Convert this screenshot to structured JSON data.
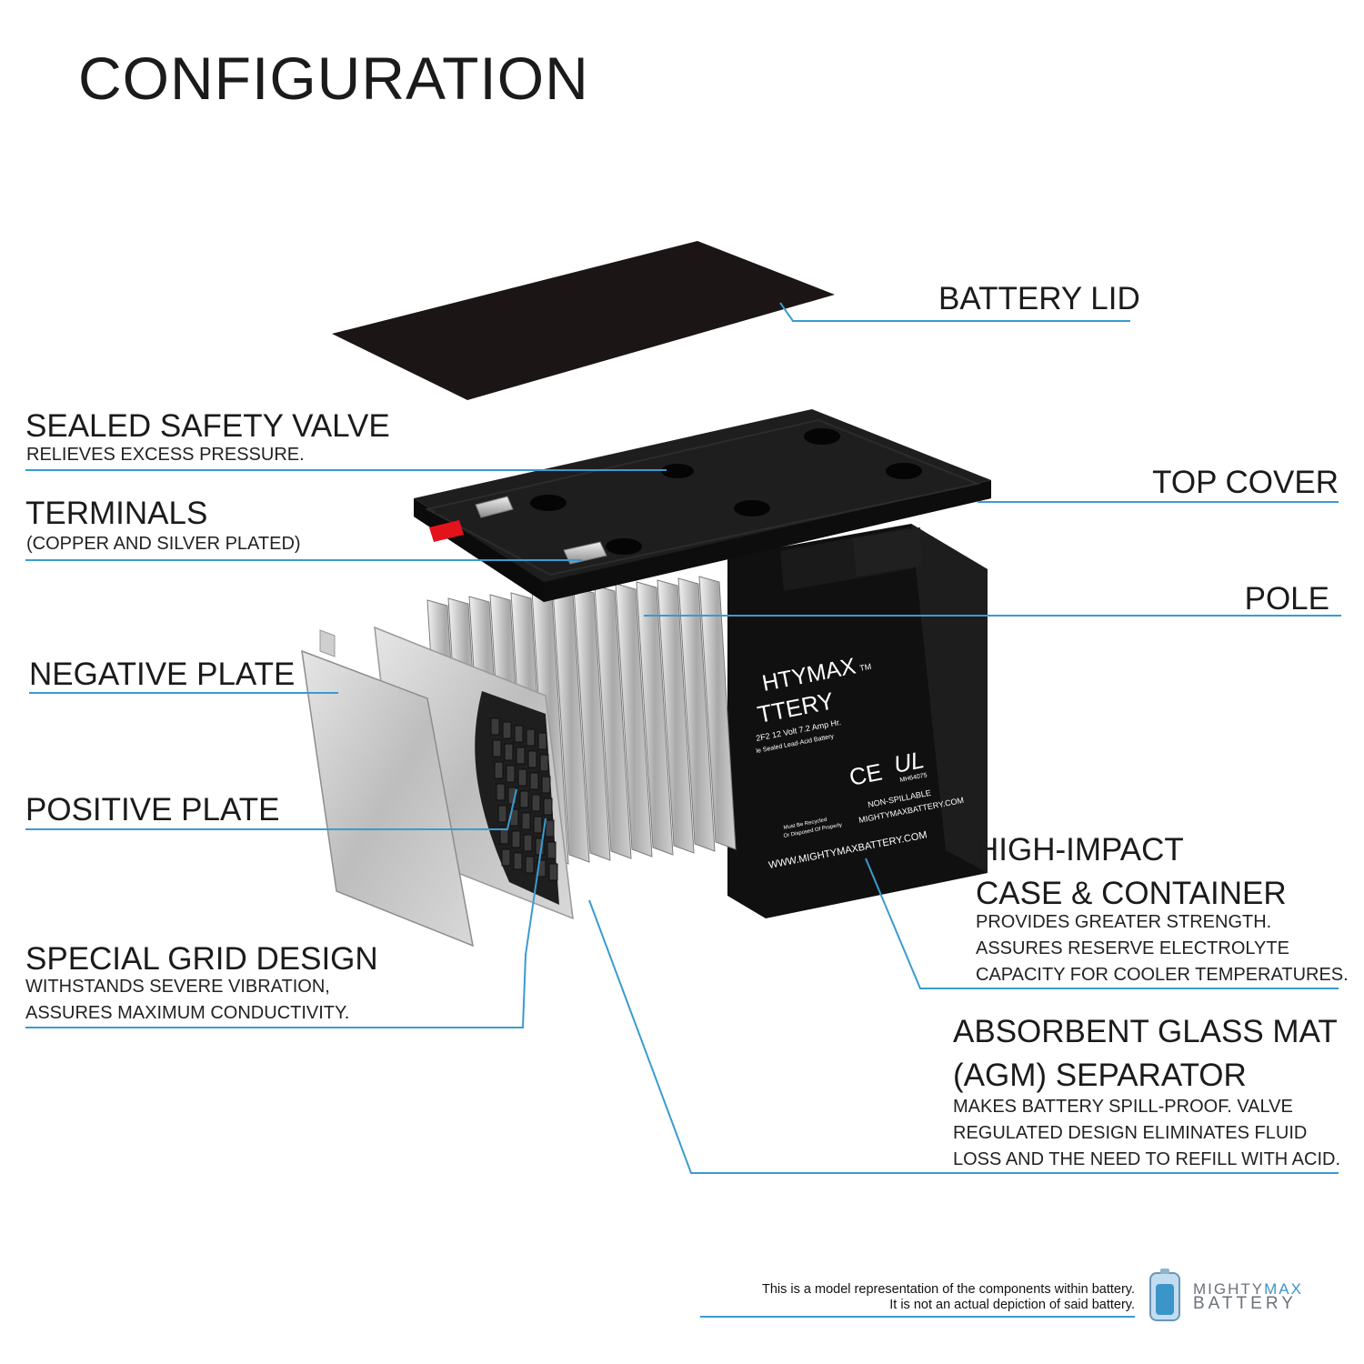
{
  "title": "CONFIGURATION",
  "labels": {
    "battery_lid": "BATTERY LID",
    "sealed_valve": "SEALED SAFETY VALVE",
    "sealed_valve_desc": "RELIEVES EXCESS PRESSURE.",
    "top_cover": "TOP COVER",
    "terminals": "TERMINALS",
    "terminals_desc": "(COPPER AND SILVER PLATED)",
    "pole": "POLE",
    "negative_plate": "NEGATIVE PLATE",
    "positive_plate": "POSITIVE PLATE",
    "case_1": "HIGH-IMPACT",
    "case_2": "CASE & CONTAINER",
    "case_desc_1": "PROVIDES GREATER STRENGTH.",
    "case_desc_2": "ASSURES RESERVE ELECTROLYTE",
    "case_desc_3": "CAPACITY FOR COOLER TEMPERATURES.",
    "grid": "SPECIAL GRID DESIGN",
    "grid_desc_1": "WITHSTANDS SEVERE VIBRATION,",
    "grid_desc_2": "ASSURES MAXIMUM CONDUCTIVITY.",
    "agm_1": "ABSORBENT GLASS MAT",
    "agm_2": "(AGM) SEPARATOR",
    "agm_desc_1": "MAKES BATTERY SPILL-PROOF. VALVE",
    "agm_desc_2": "REGULATED DESIGN ELIMINATES FLUID",
    "agm_desc_3": "LOSS AND THE NEED TO REFILL WITH ACID."
  },
  "battery_label": {
    "brand_line_1": "HTYMAX",
    "brand_line_2": "TTERY",
    "tm": "TM",
    "model": "2F2  12 Volt 7.2 Amp Hr.",
    "type": "le Sealed Lead-Acid Battery",
    "ce": "CE",
    "ul": "UL",
    "cert": "MH64075",
    "non_spill": "NON-SPILLABLE",
    "recycle_1": "Must Be Recycled",
    "recycle_2": "Or Disposed Of Properly",
    "website_1": "MIGHTYMAXBATTERY.COM",
    "website_2": "WWW.MIGHTYMAXBATTERY.COM"
  },
  "footnote": {
    "line1": "This is a model representation of the components within battery.",
    "line2": "It is not an actual depiction of said battery."
  },
  "logo": {
    "word1": "MIGHTY",
    "word2": "MAX",
    "word3": "BATTERY"
  },
  "colors": {
    "leader": "#3a9bd0",
    "battery": "#151515",
    "plate": "#c9c9c9",
    "accent": "#3b95c9"
  }
}
